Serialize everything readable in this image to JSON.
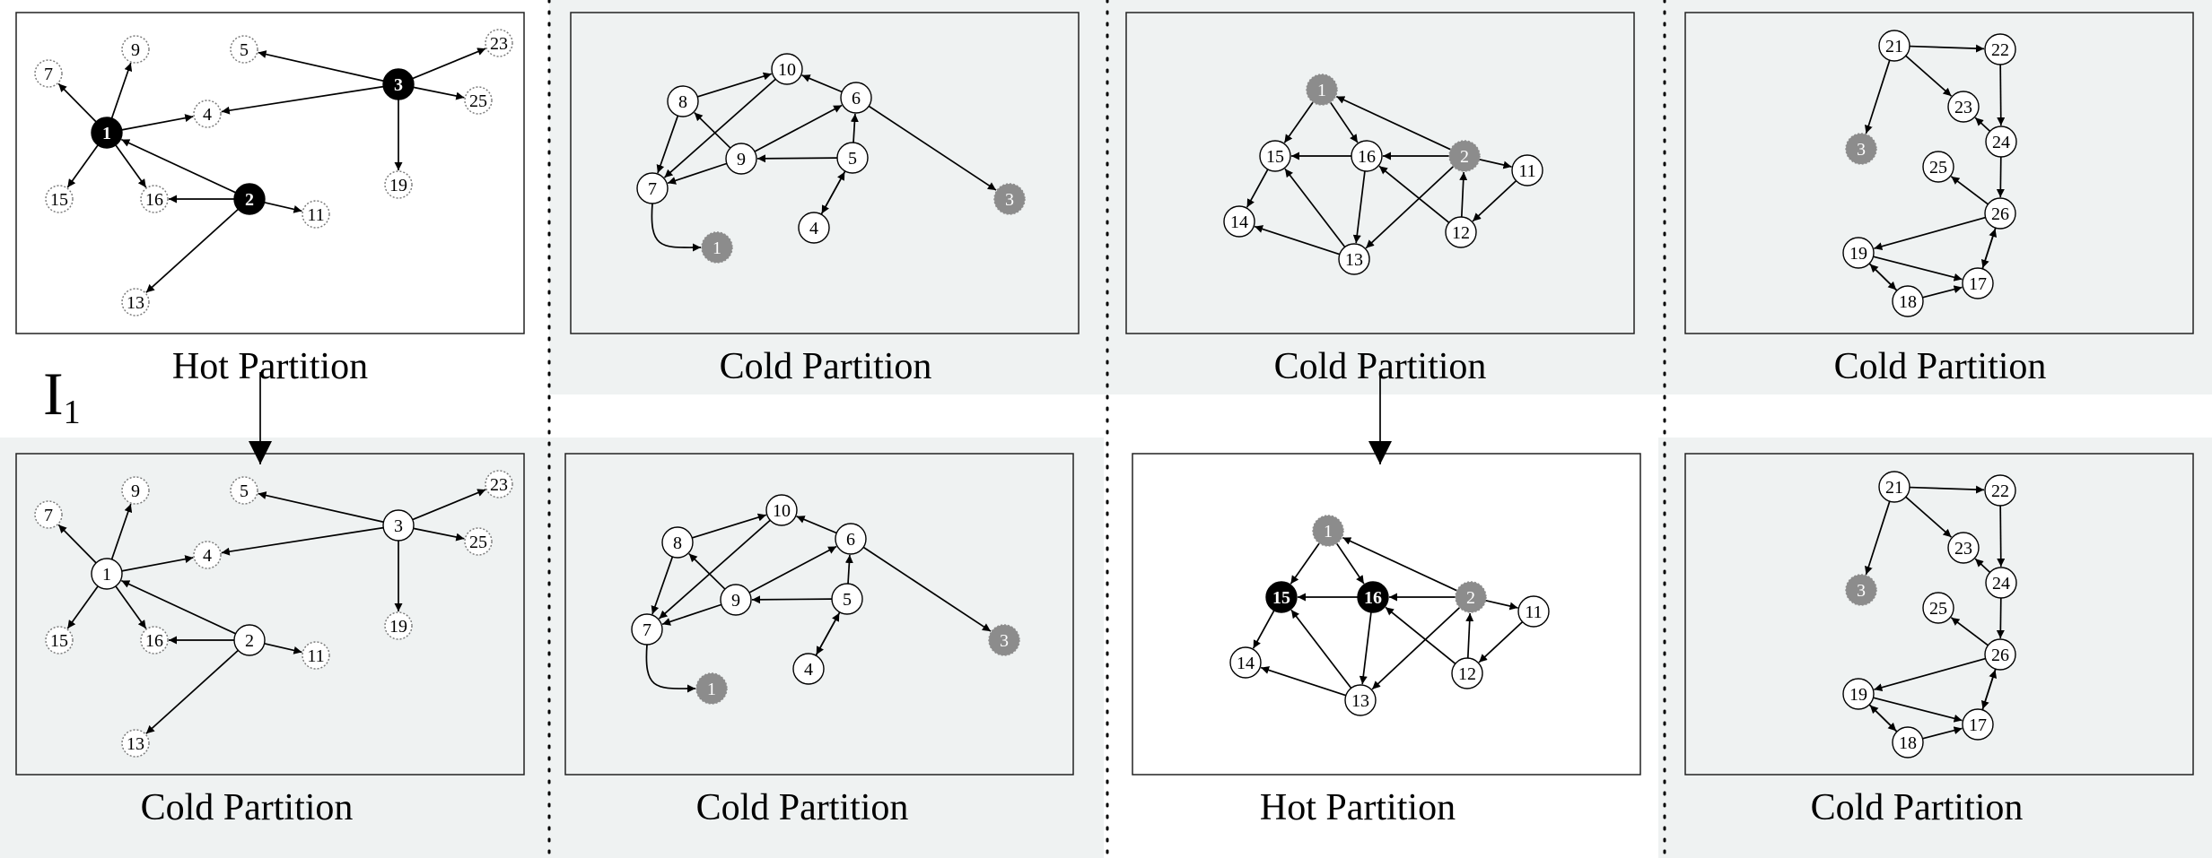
{
  "panels": [
    {
      "caption": "Hot Partition",
      "nodes": [
        {
          "id": "1",
          "style": "hot"
        },
        {
          "id": "2",
          "style": "hot"
        },
        {
          "id": "3",
          "style": "hot"
        },
        {
          "id": "4",
          "style": "dashed"
        },
        {
          "id": "5",
          "style": "dashed"
        },
        {
          "id": "7",
          "style": "dashed"
        },
        {
          "id": "9",
          "style": "dashed"
        },
        {
          "id": "11",
          "style": "dashed"
        },
        {
          "id": "13",
          "style": "dashed"
        },
        {
          "id": "15",
          "style": "dashed"
        },
        {
          "id": "16",
          "style": "dashed"
        },
        {
          "id": "19",
          "style": "dashed"
        },
        {
          "id": "23",
          "style": "dashed"
        },
        {
          "id": "25",
          "style": "dashed"
        }
      ],
      "edges": [
        [
          "1",
          "7"
        ],
        [
          "1",
          "9"
        ],
        [
          "1",
          "4"
        ],
        [
          "1",
          "15"
        ],
        [
          "1",
          "16"
        ],
        [
          "2",
          "1"
        ],
        [
          "2",
          "16"
        ],
        [
          "2",
          "11"
        ],
        [
          "2",
          "13"
        ],
        [
          "3",
          "5"
        ],
        [
          "3",
          "4"
        ],
        [
          "3",
          "23"
        ],
        [
          "3",
          "25"
        ],
        [
          "3",
          "19"
        ]
      ]
    },
    {
      "caption": "Cold Partition",
      "nodes": [
        {
          "id": "8",
          "style": "normal"
        },
        {
          "id": "10",
          "style": "normal"
        },
        {
          "id": "6",
          "style": "normal"
        },
        {
          "id": "7",
          "style": "normal"
        },
        {
          "id": "9",
          "style": "normal"
        },
        {
          "id": "5",
          "style": "normal"
        },
        {
          "id": "4",
          "style": "normal"
        },
        {
          "id": "1",
          "style": "ghost"
        },
        {
          "id": "3",
          "style": "ghost"
        }
      ],
      "edges": [
        [
          "8",
          "10"
        ],
        [
          "8",
          "7"
        ],
        [
          "10",
          "7"
        ],
        [
          "9",
          "8"
        ],
        [
          "9",
          "7"
        ],
        [
          "9",
          "6"
        ],
        [
          "5",
          "9"
        ],
        [
          "5",
          "4"
        ],
        [
          "4",
          "5"
        ],
        [
          "5",
          "6"
        ],
        [
          "6",
          "10"
        ],
        [
          "6",
          "3"
        ],
        [
          "7",
          "1"
        ]
      ]
    },
    {
      "caption": "Cold Partition",
      "nodes": [
        {
          "id": "1",
          "style": "ghost"
        },
        {
          "id": "15",
          "style": "normal"
        },
        {
          "id": "16",
          "style": "normal"
        },
        {
          "id": "2",
          "style": "ghost"
        },
        {
          "id": "11",
          "style": "normal"
        },
        {
          "id": "14",
          "style": "normal"
        },
        {
          "id": "13",
          "style": "normal"
        },
        {
          "id": "12",
          "style": "normal"
        }
      ],
      "edges": [
        [
          "2",
          "1"
        ],
        [
          "1",
          "15"
        ],
        [
          "1",
          "16"
        ],
        [
          "2",
          "16"
        ],
        [
          "2",
          "11"
        ],
        [
          "16",
          "15"
        ],
        [
          "15",
          "14"
        ],
        [
          "16",
          "13"
        ],
        [
          "13",
          "15"
        ],
        [
          "13",
          "14"
        ],
        [
          "2",
          "13"
        ],
        [
          "12",
          "16"
        ],
        [
          "12",
          "2"
        ],
        [
          "11",
          "12"
        ]
      ]
    },
    {
      "caption": "Cold Partition",
      "nodes": [
        {
          "id": "21",
          "style": "normal"
        },
        {
          "id": "22",
          "style": "normal"
        },
        {
          "id": "23",
          "style": "normal"
        },
        {
          "id": "3",
          "style": "ghost"
        },
        {
          "id": "24",
          "style": "normal"
        },
        {
          "id": "25",
          "style": "normal"
        },
        {
          "id": "26",
          "style": "normal"
        },
        {
          "id": "19",
          "style": "normal"
        },
        {
          "id": "17",
          "style": "normal"
        },
        {
          "id": "18",
          "style": "normal"
        }
      ],
      "edges": [
        [
          "21",
          "22"
        ],
        [
          "21",
          "23"
        ],
        [
          "21",
          "3"
        ],
        [
          "22",
          "24"
        ],
        [
          "24",
          "23"
        ],
        [
          "24",
          "26"
        ],
        [
          "26",
          "25"
        ],
        [
          "26",
          "19"
        ],
        [
          "19",
          "17"
        ],
        [
          "19",
          "18"
        ],
        [
          "18",
          "19"
        ],
        [
          "18",
          "17"
        ],
        [
          "17",
          "26"
        ],
        [
          "26",
          "17"
        ]
      ]
    },
    {
      "caption": "Cold Partition",
      "nodes": [
        {
          "id": "1",
          "style": "normal"
        },
        {
          "id": "2",
          "style": "normal"
        },
        {
          "id": "3",
          "style": "normal"
        },
        {
          "id": "4",
          "style": "dashed"
        },
        {
          "id": "5",
          "style": "dashed"
        },
        {
          "id": "7",
          "style": "dashed"
        },
        {
          "id": "9",
          "style": "dashed"
        },
        {
          "id": "11",
          "style": "dashed"
        },
        {
          "id": "13",
          "style": "dashed"
        },
        {
          "id": "15",
          "style": "dashed"
        },
        {
          "id": "16",
          "style": "dashed"
        },
        {
          "id": "19",
          "style": "dashed"
        },
        {
          "id": "23",
          "style": "dashed"
        },
        {
          "id": "25",
          "style": "dashed"
        }
      ],
      "edges": [
        [
          "1",
          "7"
        ],
        [
          "1",
          "9"
        ],
        [
          "1",
          "4"
        ],
        [
          "1",
          "15"
        ],
        [
          "1",
          "16"
        ],
        [
          "2",
          "1"
        ],
        [
          "2",
          "16"
        ],
        [
          "2",
          "11"
        ],
        [
          "2",
          "13"
        ],
        [
          "3",
          "5"
        ],
        [
          "3",
          "4"
        ],
        [
          "3",
          "23"
        ],
        [
          "3",
          "25"
        ],
        [
          "3",
          "19"
        ]
      ]
    },
    {
      "caption": "Cold Partition",
      "nodes": [
        {
          "id": "8",
          "style": "normal"
        },
        {
          "id": "10",
          "style": "normal"
        },
        {
          "id": "6",
          "style": "normal"
        },
        {
          "id": "7",
          "style": "normal"
        },
        {
          "id": "9",
          "style": "normal"
        },
        {
          "id": "5",
          "style": "normal"
        },
        {
          "id": "4",
          "style": "normal"
        },
        {
          "id": "1",
          "style": "ghost"
        },
        {
          "id": "3",
          "style": "ghost"
        }
      ],
      "edges": [
        [
          "8",
          "10"
        ],
        [
          "8",
          "7"
        ],
        [
          "10",
          "7"
        ],
        [
          "9",
          "8"
        ],
        [
          "9",
          "7"
        ],
        [
          "9",
          "6"
        ],
        [
          "5",
          "9"
        ],
        [
          "5",
          "4"
        ],
        [
          "4",
          "5"
        ],
        [
          "5",
          "6"
        ],
        [
          "6",
          "10"
        ],
        [
          "6",
          "3"
        ],
        [
          "7",
          "1"
        ]
      ]
    },
    {
      "caption": "Hot Partition",
      "nodes": [
        {
          "id": "1",
          "style": "ghost"
        },
        {
          "id": "15",
          "style": "hot"
        },
        {
          "id": "16",
          "style": "hot"
        },
        {
          "id": "2",
          "style": "ghost"
        },
        {
          "id": "11",
          "style": "normal"
        },
        {
          "id": "14",
          "style": "normal"
        },
        {
          "id": "13",
          "style": "normal"
        },
        {
          "id": "12",
          "style": "normal"
        }
      ],
      "edges": [
        [
          "2",
          "1"
        ],
        [
          "1",
          "15"
        ],
        [
          "1",
          "16"
        ],
        [
          "2",
          "16"
        ],
        [
          "2",
          "11"
        ],
        [
          "16",
          "15"
        ],
        [
          "15",
          "14"
        ],
        [
          "16",
          "13"
        ],
        [
          "13",
          "15"
        ],
        [
          "13",
          "14"
        ],
        [
          "2",
          "13"
        ],
        [
          "12",
          "16"
        ],
        [
          "12",
          "2"
        ],
        [
          "11",
          "12"
        ]
      ]
    },
    {
      "caption": "Cold Partition",
      "nodes": [
        {
          "id": "21",
          "style": "normal"
        },
        {
          "id": "22",
          "style": "normal"
        },
        {
          "id": "23",
          "style": "normal"
        },
        {
          "id": "3",
          "style": "ghost"
        },
        {
          "id": "24",
          "style": "normal"
        },
        {
          "id": "25",
          "style": "normal"
        },
        {
          "id": "26",
          "style": "normal"
        },
        {
          "id": "19",
          "style": "normal"
        },
        {
          "id": "17",
          "style": "normal"
        },
        {
          "id": "18",
          "style": "normal"
        }
      ],
      "edges": [
        [
          "21",
          "22"
        ],
        [
          "21",
          "23"
        ],
        [
          "21",
          "3"
        ],
        [
          "22",
          "24"
        ],
        [
          "24",
          "23"
        ],
        [
          "24",
          "26"
        ],
        [
          "26",
          "25"
        ],
        [
          "26",
          "19"
        ],
        [
          "19",
          "17"
        ],
        [
          "19",
          "18"
        ],
        [
          "18",
          "19"
        ],
        [
          "18",
          "17"
        ],
        [
          "17",
          "26"
        ],
        [
          "26",
          "17"
        ]
      ]
    }
  ],
  "iteration_label": "I",
  "iteration_subscript": "1",
  "colors": {
    "panel_bg_cold": "#eff2f2",
    "panel_bg_hot": "#ffffff",
    "hot_node": "#000000",
    "ghost_node": "#8c8c8c",
    "normal_node": "#ffffff"
  }
}
